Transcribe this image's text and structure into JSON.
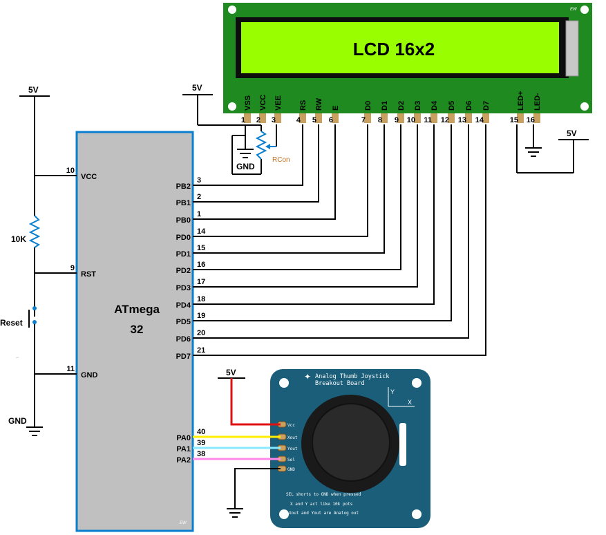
{
  "lcd": {
    "title": "LCD 16x2",
    "brand": "EW",
    "pins": [
      {
        "label": "VSS",
        "num": "1"
      },
      {
        "label": "VCC",
        "num": "2"
      },
      {
        "label": "VEE",
        "num": "3"
      },
      {
        "label": "RS",
        "num": "4"
      },
      {
        "label": "RW",
        "num": "5"
      },
      {
        "label": "E",
        "num": "6"
      },
      {
        "label": "D0",
        "num": "7"
      },
      {
        "label": "D1",
        "num": "8"
      },
      {
        "label": "D2",
        "num": "9"
      },
      {
        "label": "D3",
        "num": "10"
      },
      {
        "label": "D4",
        "num": "11"
      },
      {
        "label": "D5",
        "num": "12"
      },
      {
        "label": "D6",
        "num": "13"
      },
      {
        "label": "D7",
        "num": "14"
      },
      {
        "label": "LED+",
        "num": "15"
      },
      {
        "label": "LED-",
        "num": "16"
      }
    ]
  },
  "mcu": {
    "name_line1": "ATmega",
    "name_line2": "32",
    "brand": "EW",
    "left_pins": [
      {
        "label": "VCC",
        "num": "10"
      },
      {
        "label": "RST",
        "num": "9"
      },
      {
        "label": "GND",
        "num": "11"
      }
    ],
    "right_pins": [
      {
        "label": "PB2",
        "num": "3"
      },
      {
        "label": "PB1",
        "num": "2"
      },
      {
        "label": "PB0",
        "num": "1"
      },
      {
        "label": "PD0",
        "num": "14"
      },
      {
        "label": "PD1",
        "num": "15"
      },
      {
        "label": "PD2",
        "num": "16"
      },
      {
        "label": "PD3",
        "num": "17"
      },
      {
        "label": "PD4",
        "num": "18"
      },
      {
        "label": "PD5",
        "num": "19"
      },
      {
        "label": "PD6",
        "num": "20"
      },
      {
        "label": "PD7",
        "num": "21"
      },
      {
        "label": "PA0",
        "num": "40"
      },
      {
        "label": "PA1",
        "num": "39"
      },
      {
        "label": "PA2",
        "num": "38"
      }
    ]
  },
  "power": {
    "v5": "5V",
    "gnd": "GND"
  },
  "components": {
    "resistor": "10K",
    "reset": "Reset",
    "pot": "RCon",
    "dots": ".."
  },
  "joystick": {
    "title_line1": "Analog Thumb Joystick",
    "title_line2": "Breakout Board",
    "axis_x": "X",
    "axis_y": "Y",
    "pins": [
      "Vcc",
      "Xout",
      "Yout",
      "Sel",
      "GND"
    ],
    "note1": "SEL shorts to GND when pressed",
    "note2": "X and Y act like 10k pots",
    "note3": "Xout and Yout are Analog out"
  },
  "colors": {
    "lcd_board": "#1f8a1f",
    "lcd_screen": "#99ff00",
    "mcu_fill": "#c0c0c0",
    "mcu_border": "#0a7fd0",
    "joy_board": "#1b5e7a",
    "wire_vcc": "#e01010",
    "wire_x": "#ffee00",
    "wire_y": "#88e8ff",
    "wire_sel": "#ff88e8"
  }
}
